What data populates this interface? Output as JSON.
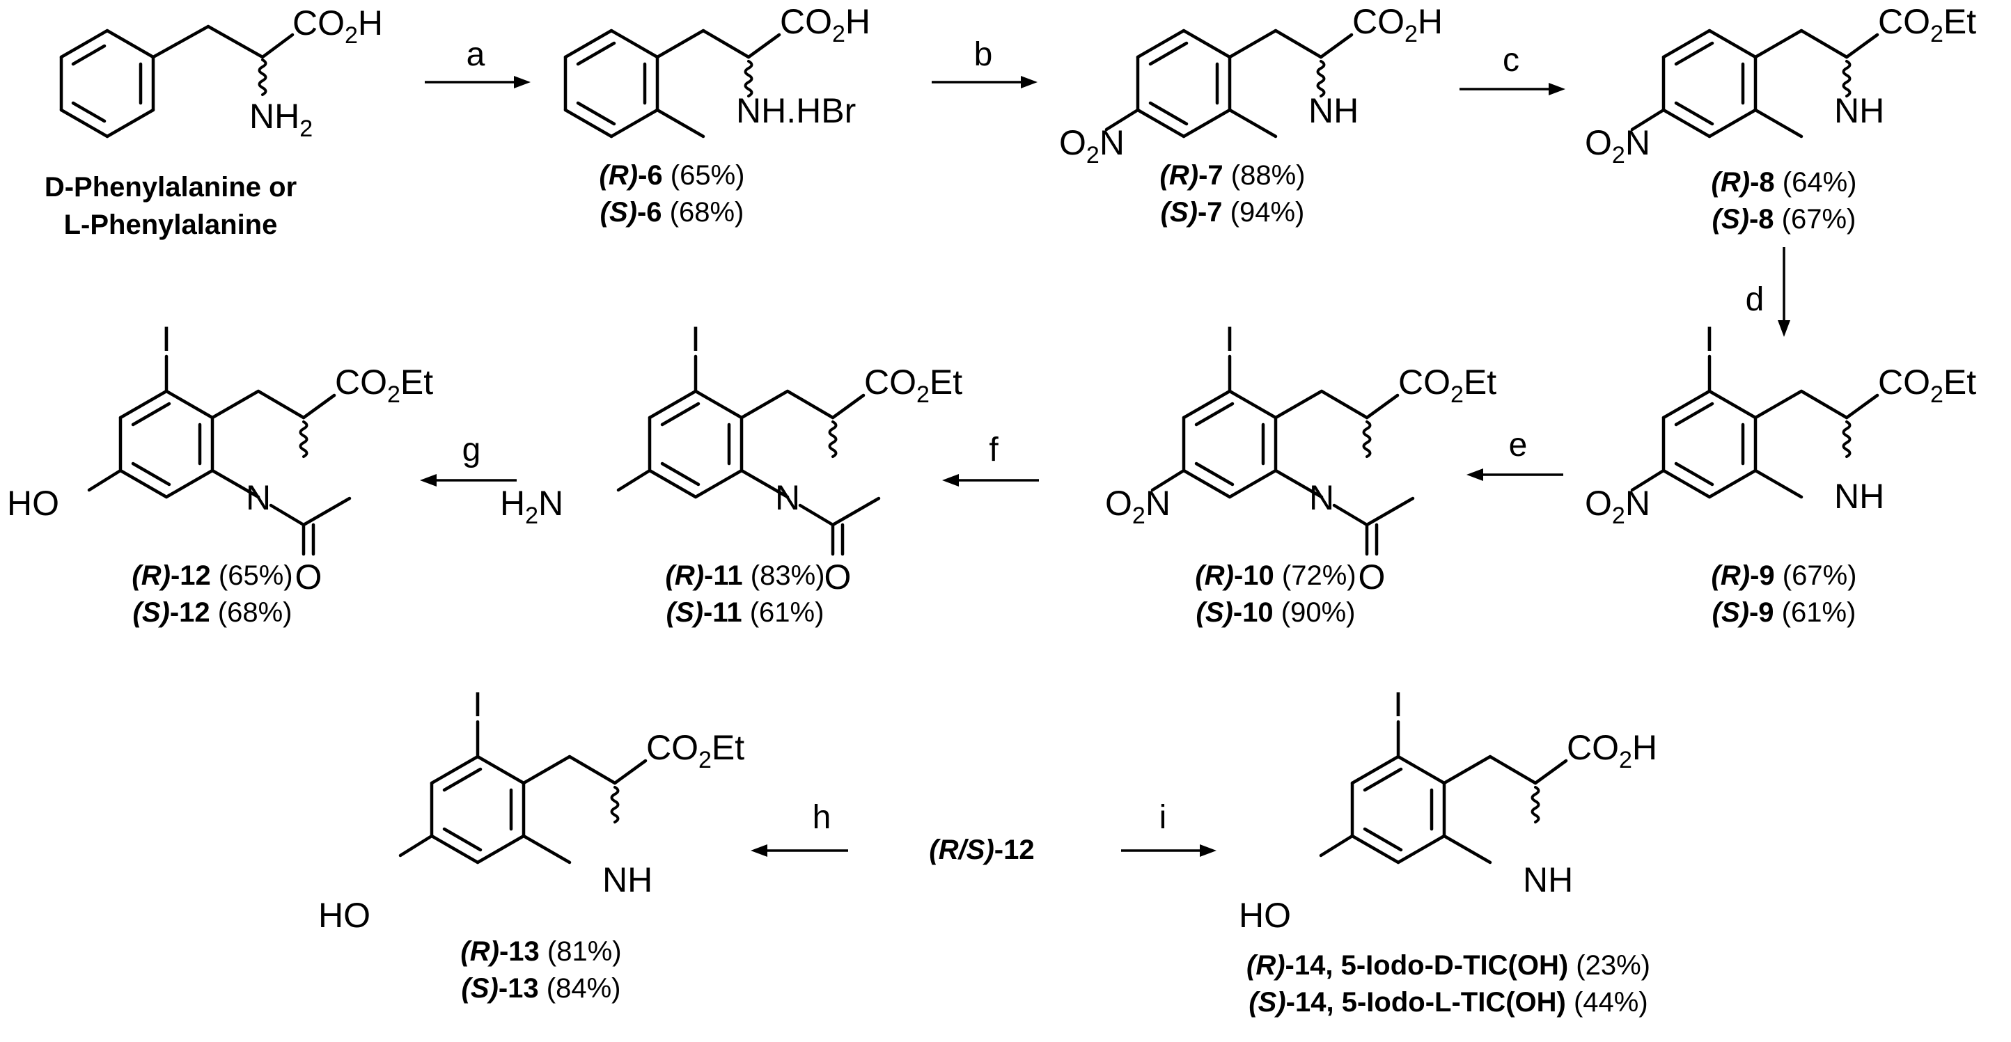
{
  "atoms": {
    "co2h": "CO",
    "co2h_sub": "2",
    "co2h_tail": "H",
    "co2et": "CO",
    "co2et_sub": "2",
    "co2et_tail": "Et",
    "nh2": "NH",
    "nh2_sub": "2",
    "nh_hbr": "NH.HBr",
    "nh": "NH",
    "n": "N",
    "o": "O",
    "o2n_o": "O",
    "o2n_sub": "2",
    "o2n_n": "N",
    "iodo": "I",
    "ho": "HO",
    "h2n_h": "H",
    "h2n_sub": "2",
    "h2n_n": "N"
  },
  "start_material": {
    "line1": "D-Phenylalanine or",
    "line2": "L-Phenylalanine"
  },
  "steps": [
    "a",
    "b",
    "c",
    "d",
    "e",
    "f",
    "g",
    "h",
    "i"
  ],
  "compounds": {
    "c6": {
      "r": "R",
      "s": "S",
      "num": "-6",
      "r_yield": "(65%)",
      "s_yield": "(68%)"
    },
    "c7": {
      "r": "R",
      "s": "S",
      "num": "-7",
      "r_yield": "(88%)",
      "s_yield": "(94%)"
    },
    "c8": {
      "r": "R",
      "s": "S",
      "num": "-8",
      "r_yield": "(64%)",
      "s_yield": "(67%)"
    },
    "c9": {
      "r": "R",
      "s": "S",
      "num": "-9",
      "r_yield": "(67%)",
      "s_yield": "(61%)"
    },
    "c10": {
      "r": "R",
      "s": "S",
      "num": "-10",
      "r_yield": "(72%)",
      "s_yield": "(90%)"
    },
    "c11": {
      "r": "R",
      "s": "S",
      "num": "-11",
      "r_yield": "(83%)",
      "s_yield": "(61%)"
    },
    "c12": {
      "r": "R",
      "s": "S",
      "num": "-12",
      "r_yield": "(65%)",
      "s_yield": "(68%)"
    },
    "c13": {
      "r": "R",
      "s": "S",
      "num": "-13",
      "r_yield": "(81%)",
      "s_yield": "(84%)"
    },
    "c14": {
      "r": "R",
      "s": "S",
      "num": "-14",
      "r_name": ", 5-Iodo-D-TIC(OH)",
      "s_name": ", 5-Iodo-L-TIC(OH)",
      "r_yield": "(23%)",
      "s_yield": "(44%)"
    }
  },
  "racemate": {
    "label": "R/S",
    "num": "-12"
  }
}
